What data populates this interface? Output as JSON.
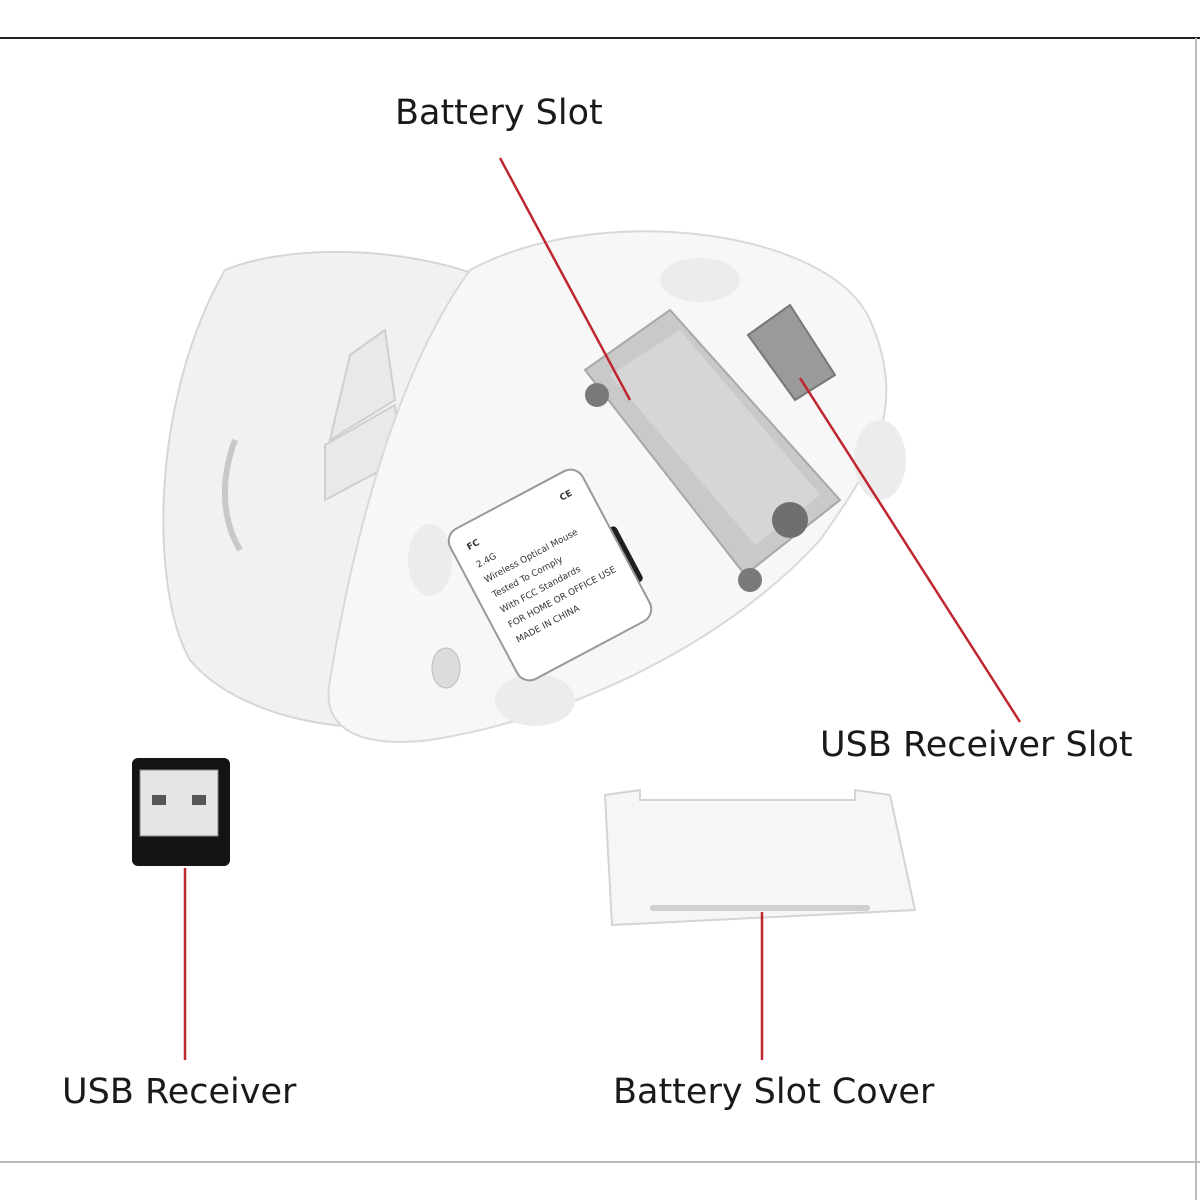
{
  "callouts": {
    "battery_slot": "Battery Slot",
    "usb_receiver_slot": "USB Receiver Slot",
    "usb_receiver": "USB Receiver",
    "battery_slot_cover": "Battery Slot Cover"
  },
  "mouse_label": {
    "fc_mark": "FC",
    "ce_mark": "CE",
    "line1": "2.4G",
    "line2": "Wireless Optical Mouse",
    "line3": "Tested To Comply",
    "line4": "With FCC Standards",
    "line5": "FOR HOME OR OFFICE USE",
    "line6": "MADE IN CHINA"
  },
  "colors": {
    "leader_line": "#c0262d",
    "frame": "#222222",
    "mouse_body": "#f4f4f4",
    "battery_bay": "#c9c9c9"
  },
  "icons": {
    "mouse": "wireless-vertical-mouse",
    "receiver": "usb-nano-receiver",
    "cover": "battery-cover-plate"
  }
}
